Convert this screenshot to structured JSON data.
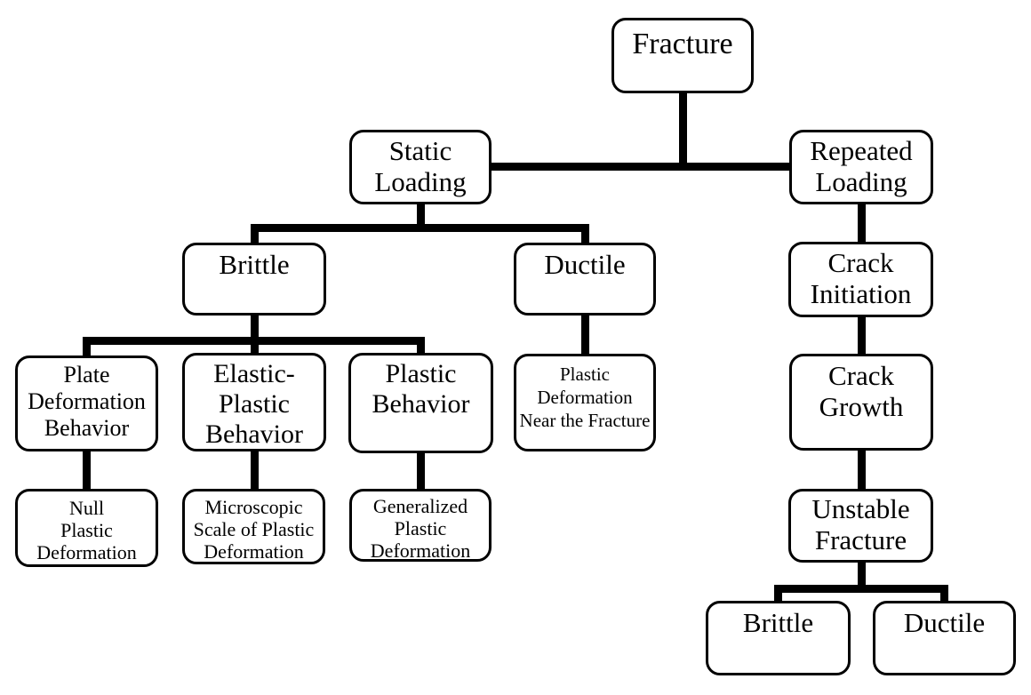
{
  "diagram": {
    "type": "tree-flowchart",
    "title": "Fracture classification flowchart",
    "colors": {
      "background": "#ffffff",
      "line": "#000000",
      "box_border": "#000000",
      "box_fill": "#ffffff",
      "text": "#000000"
    },
    "nodes": [
      {
        "id": "fracture",
        "label": "Fracture"
      },
      {
        "id": "static-loading",
        "label": "Static\nLoading"
      },
      {
        "id": "repeated-loading",
        "label": "Repeated\nLoading"
      },
      {
        "id": "brittle",
        "label": "Brittle"
      },
      {
        "id": "ductile",
        "label": "Ductile"
      },
      {
        "id": "crack-initiation",
        "label": "Crack\nInitiation"
      },
      {
        "id": "plate-deformation-behavior",
        "label": "Plate\nDeformation\nBehavior"
      },
      {
        "id": "elastic-plastic-behavior",
        "label": "Elastic-\nPlastic\nBehavior"
      },
      {
        "id": "plastic-behavior",
        "label": "Plastic\nBehavior"
      },
      {
        "id": "plastic-deformation-near-the-fracture",
        "label": "Plastic\nDeformation\nNear the Fracture"
      },
      {
        "id": "crack-growth",
        "label": "Crack\nGrowth"
      },
      {
        "id": "null-plastic-deformation",
        "label": "Null\nPlastic\nDeformation"
      },
      {
        "id": "microscopic-scale-of-plastic-deformation",
        "label": "Microscopic\nScale of Plastic\nDeformation"
      },
      {
        "id": "generalized-plastic-deformation",
        "label": "Generalized\nPlastic\nDeformation"
      },
      {
        "id": "unstable-fracture",
        "label": "Unstable\nFracture"
      },
      {
        "id": "brittle-repeated",
        "label": "Brittle"
      },
      {
        "id": "ductile-repeated",
        "label": "Ductile"
      }
    ],
    "edges": [
      {
        "from": "fracture",
        "to": "static-loading"
      },
      {
        "from": "fracture",
        "to": "repeated-loading"
      },
      {
        "from": "static-loading",
        "to": "brittle"
      },
      {
        "from": "static-loading",
        "to": "ductile"
      },
      {
        "from": "brittle",
        "to": "plate-deformation-behavior"
      },
      {
        "from": "brittle",
        "to": "elastic-plastic-behavior"
      },
      {
        "from": "brittle",
        "to": "plastic-behavior"
      },
      {
        "from": "ductile",
        "to": "plastic-deformation-near-the-fracture"
      },
      {
        "from": "plate-deformation-behavior",
        "to": "null-plastic-deformation"
      },
      {
        "from": "elastic-plastic-behavior",
        "to": "microscopic-scale-of-plastic-deformation"
      },
      {
        "from": "plastic-behavior",
        "to": "generalized-plastic-deformation"
      },
      {
        "from": "repeated-loading",
        "to": "crack-initiation"
      },
      {
        "from": "crack-initiation",
        "to": "crack-growth"
      },
      {
        "from": "crack-growth",
        "to": "unstable-fracture"
      },
      {
        "from": "unstable-fracture",
        "to": "brittle-repeated"
      },
      {
        "from": "unstable-fracture",
        "to": "ductile-repeated"
      }
    ]
  }
}
